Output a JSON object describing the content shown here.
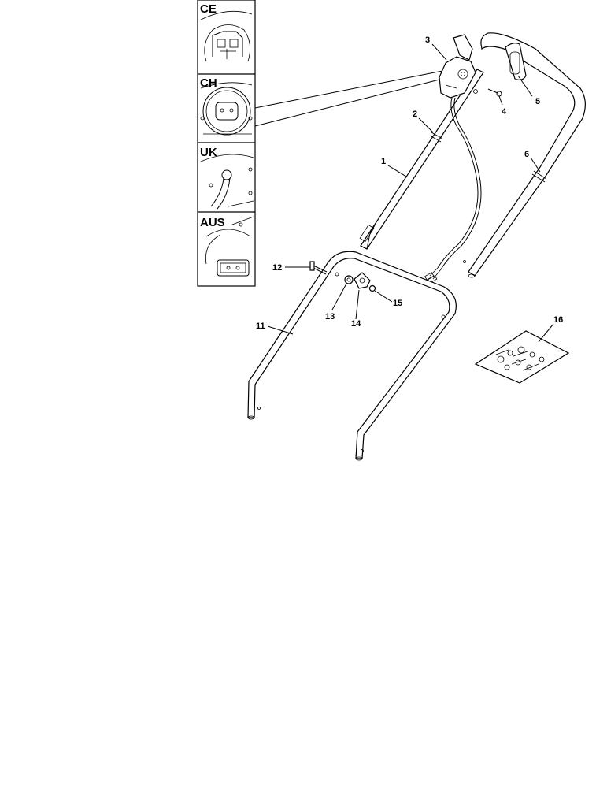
{
  "regions": [
    {
      "id": "ce",
      "label": "CE"
    },
    {
      "id": "ch",
      "label": "CH"
    },
    {
      "id": "uk",
      "label": "UK"
    },
    {
      "id": "aus",
      "label": "AUS"
    }
  ],
  "parts": [
    {
      "id": "p1",
      "label": "1"
    },
    {
      "id": "p2",
      "label": "2"
    },
    {
      "id": "p3",
      "label": "3"
    },
    {
      "id": "p4",
      "label": "4"
    },
    {
      "id": "p5",
      "label": "5"
    },
    {
      "id": "p6",
      "label": "6"
    },
    {
      "id": "p11",
      "label": "11"
    },
    {
      "id": "p12",
      "label": "12"
    },
    {
      "id": "p13",
      "label": "13"
    },
    {
      "id": "p14",
      "label": "14"
    },
    {
      "id": "p15",
      "label": "15"
    },
    {
      "id": "p16",
      "label": "16"
    }
  ]
}
